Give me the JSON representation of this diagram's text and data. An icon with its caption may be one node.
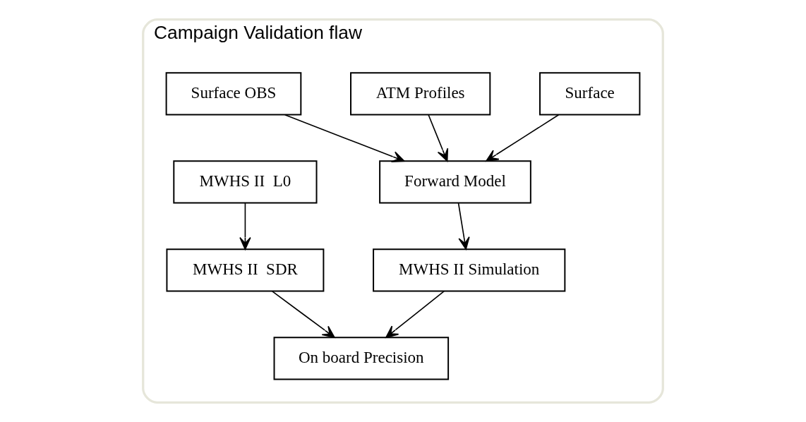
{
  "diagram": {
    "nodes": [
      {
        "text": [
          "Campaign Validation flaw"
        ]
      },
      {
        "text": [
          "Surface"
        ],
        "in": 0
      },
      {
        "text": [
          "ATM Profiles"
        ],
        "in": 0
      },
      {
        "text": [
          "Surface OBS"
        ],
        "in": 0
      },
      {
        "text": [
          "Forward Model"
        ],
        "in": 0
      },
      {
        "text": [
          "MWHS II  L0"
        ],
        "in": 0
      },
      {
        "text": [
          "MWHS II Simulation"
        ],
        "in": 0
      },
      {
        "text": [
          "MWHS II  SDR"
        ],
        "in": 0
      },
      {
        "text": [
          "On board Precision"
        ],
        "in": 0
      }
    ],
    "edges": [
      {
        "from": 1,
        "to": 4,
        "arrow": "to"
      },
      {
        "from": 2,
        "to": 4,
        "arrow": "to"
      },
      {
        "from": 3,
        "to": 4,
        "arrow": "to"
      },
      {
        "from": 4,
        "to": 6,
        "arrow": "to"
      },
      {
        "from": 5,
        "to": 7,
        "arrow": "to"
      },
      {
        "from": 6,
        "to": 8,
        "arrow": "to"
      },
      {
        "from": 7,
        "to": 8,
        "arrow": "to"
      }
    ]
  }
}
